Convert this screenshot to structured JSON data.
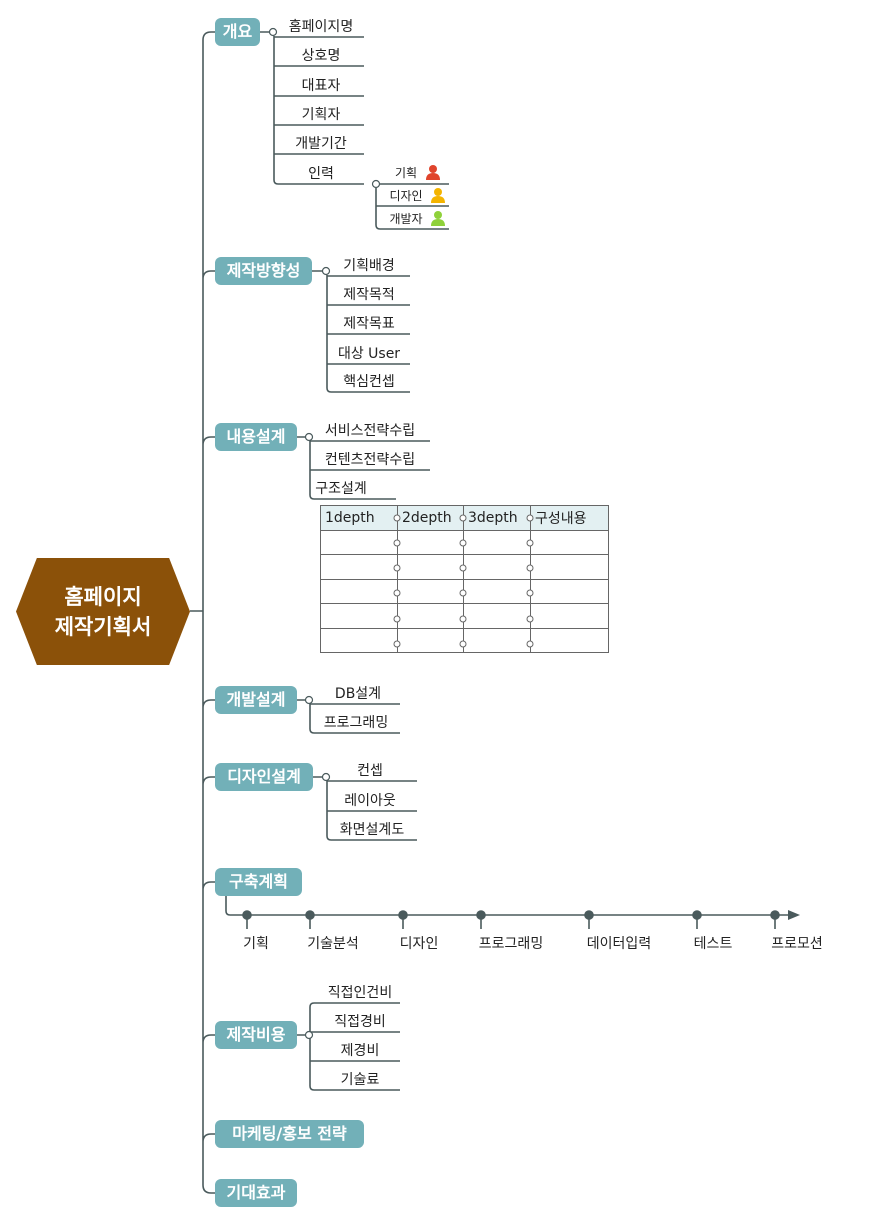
{
  "root": {
    "line1": "홈페이지",
    "line2": "제작기획서"
  },
  "overview": {
    "label": "개요",
    "children": [
      "홈페이지명",
      "상호명",
      "대표자",
      "기획자",
      "개발기간",
      "인력"
    ],
    "staff": [
      {
        "label": "기획",
        "color": "#e0442c"
      },
      {
        "label": "디자인",
        "color": "#f4b400"
      },
      {
        "label": "개발자",
        "color": "#8fd13a"
      }
    ]
  },
  "direction": {
    "label": "제작방향성",
    "children": [
      "기획배경",
      "제작목적",
      "제작목표",
      "대상 User",
      "핵심컨셉"
    ]
  },
  "content": {
    "label": "내용설계",
    "children": [
      "서비스전략수립",
      "컨텐츠전략수립",
      "구조설계"
    ],
    "table_headers": [
      "1depth",
      "2depth",
      "3depth",
      "구성내용"
    ]
  },
  "dev": {
    "label": "개발설계",
    "children": [
      "DB설계",
      "프로그래밍"
    ]
  },
  "design": {
    "label": "디자인설계",
    "children": [
      "컨셉",
      "레이아웃",
      "화면설계도"
    ]
  },
  "plan": {
    "label": "구축계획",
    "steps": [
      "기획",
      "기술분석",
      "디자인",
      "프로그래밍",
      "데이터입력",
      "테스트",
      "프로모션"
    ]
  },
  "cost": {
    "label": "제작비용",
    "children": [
      "직접인건비",
      "직접경비",
      "제경비",
      "기술료"
    ]
  },
  "marketing": {
    "label": "마케팅/홍보 전략"
  },
  "effect": {
    "label": "기대효과"
  },
  "colors": {
    "node": "#72b0b8",
    "root": "#8b5109",
    "line": "#4a5a5c"
  }
}
